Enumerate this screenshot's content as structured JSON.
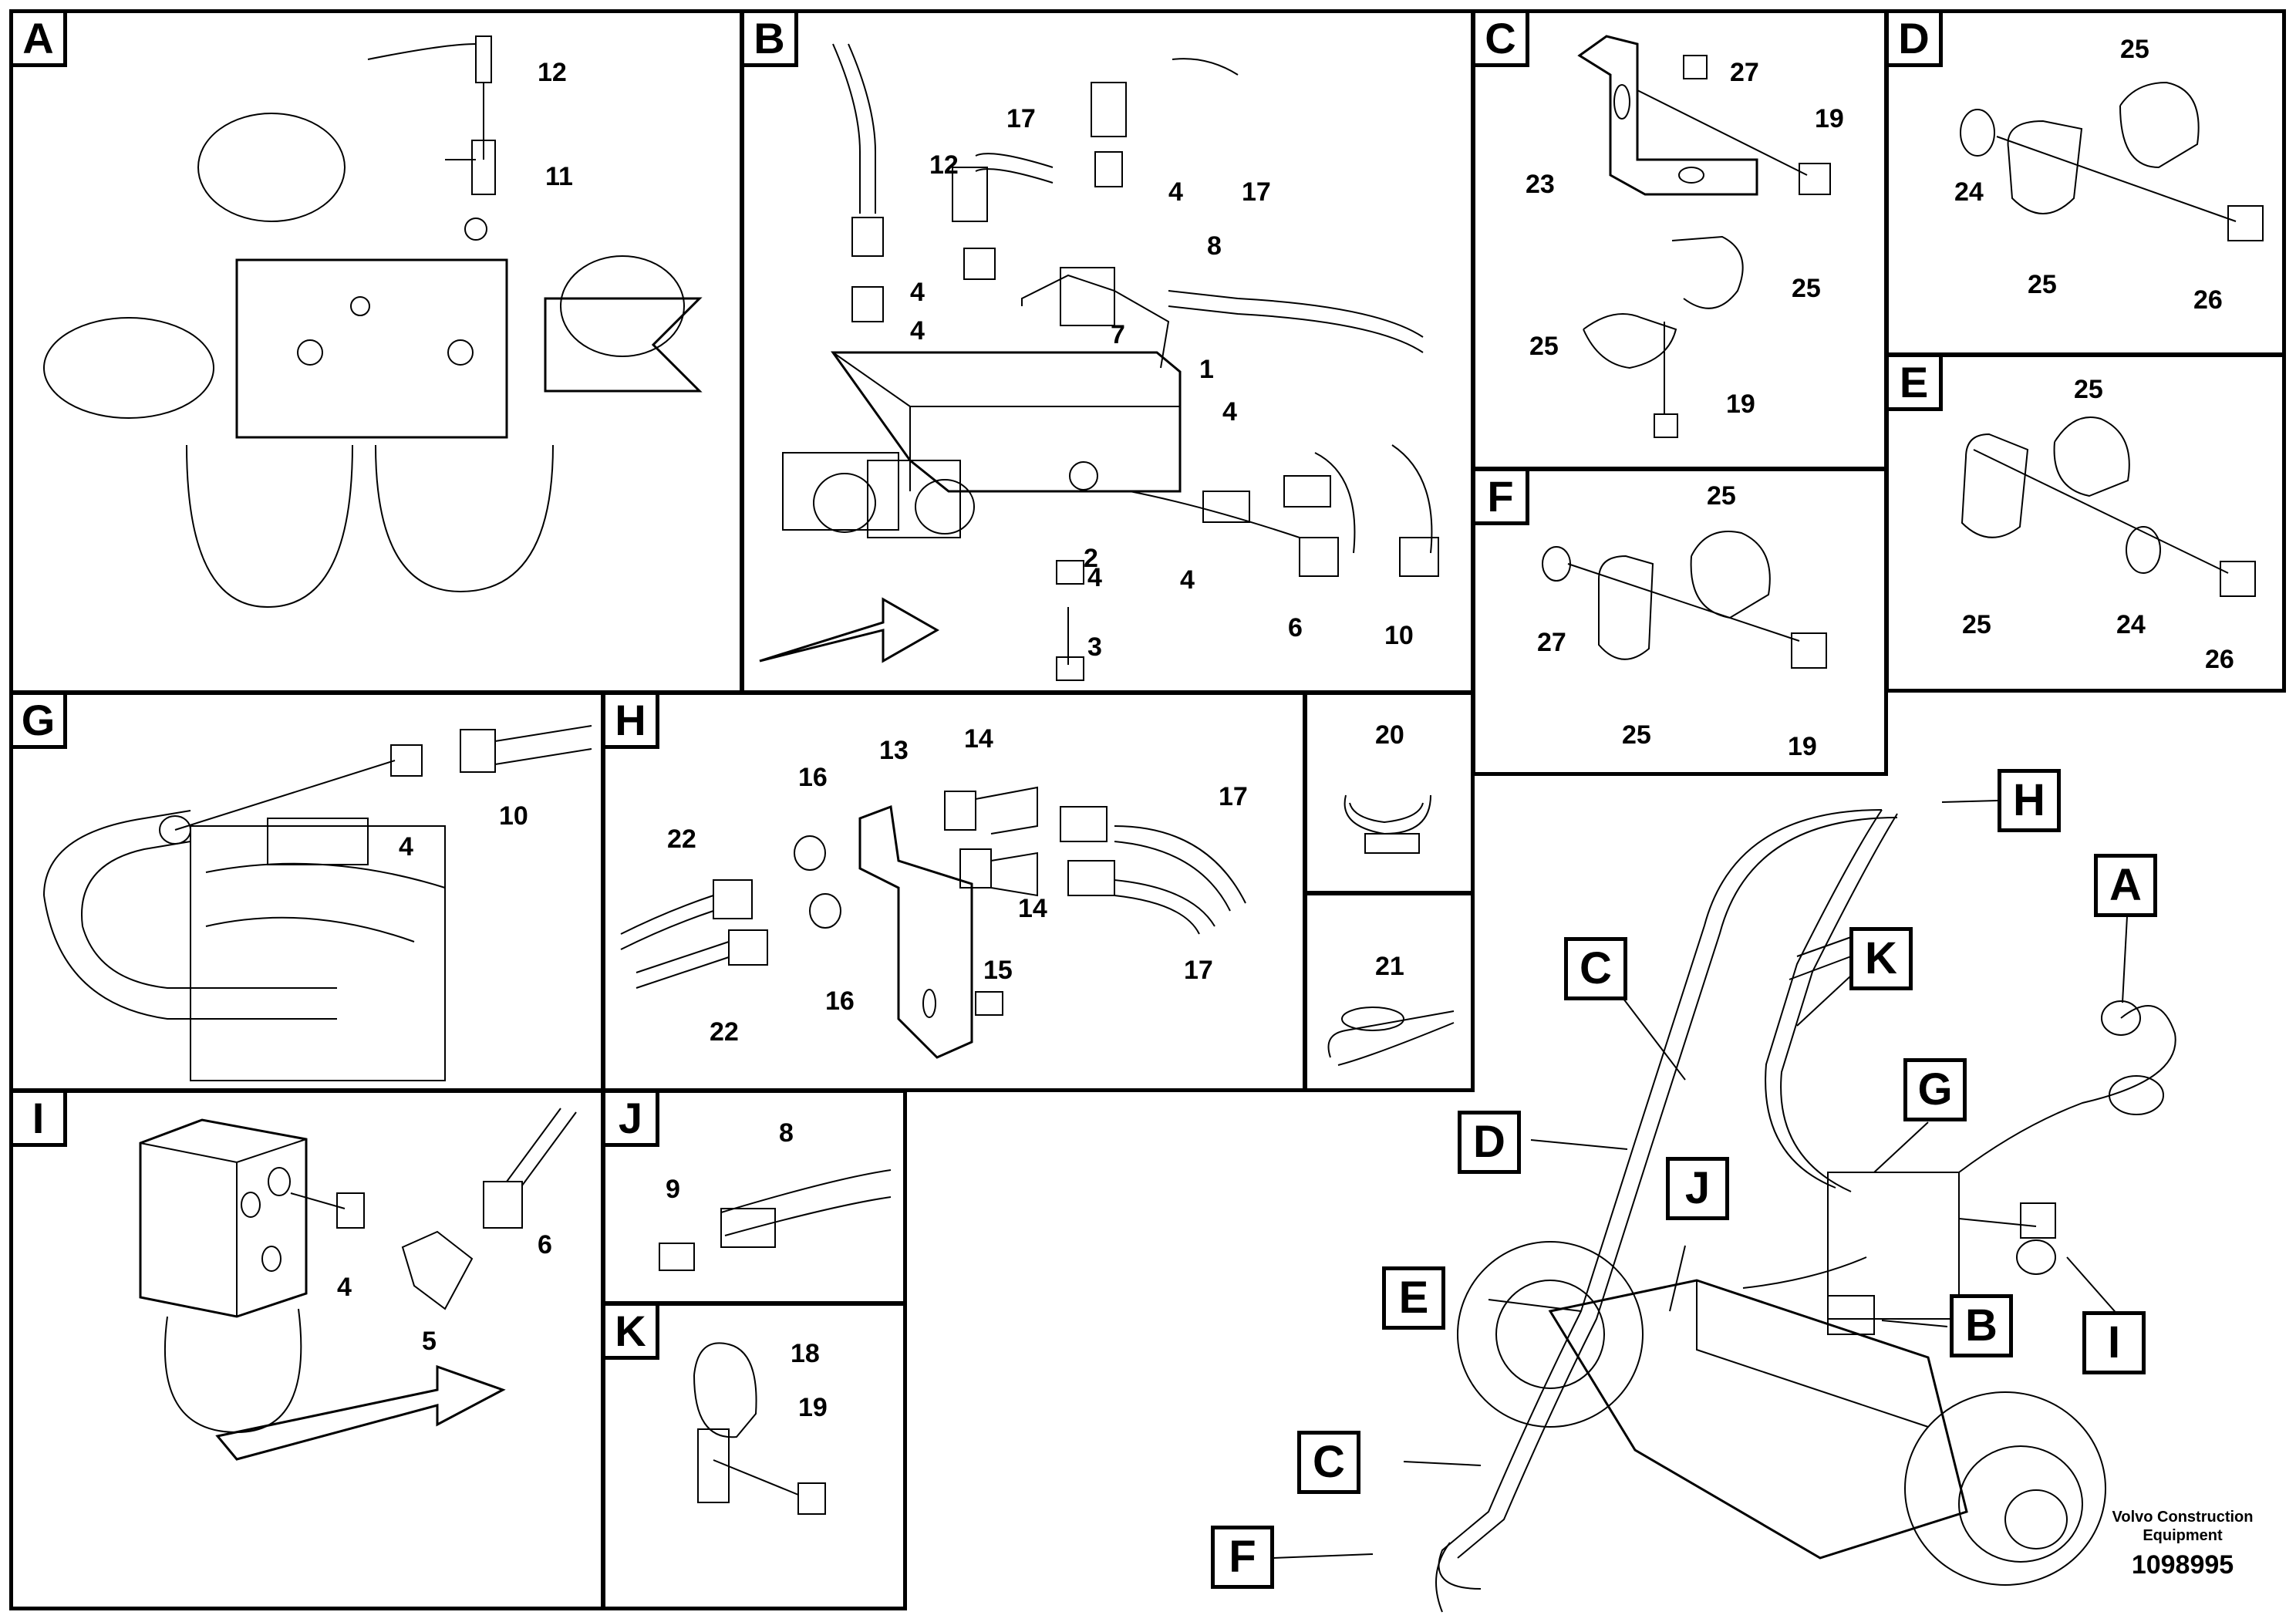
{
  "panels": {
    "A": {
      "letter": "A",
      "labels": [
        "12",
        "11"
      ]
    },
    "B": {
      "letter": "B",
      "labels": [
        "12",
        "17",
        "4",
        "17",
        "4",
        "8",
        "4",
        "4",
        "7",
        "1",
        "4",
        "2",
        "4",
        "6",
        "10",
        "3"
      ]
    },
    "C": {
      "letter": "C",
      "labels": [
        "27",
        "19",
        "23",
        "25",
        "25",
        "19"
      ]
    },
    "D": {
      "letter": "D",
      "labels": [
        "25",
        "24",
        "25",
        "26"
      ]
    },
    "E": {
      "letter": "E",
      "labels": [
        "25",
        "25",
        "24",
        "26"
      ]
    },
    "F": {
      "letter": "F",
      "labels": [
        "25",
        "27",
        "25",
        "19"
      ]
    },
    "G": {
      "letter": "G",
      "labels": [
        "4",
        "10"
      ]
    },
    "H": {
      "letter": "H",
      "labels": [
        "13",
        "14",
        "16",
        "22",
        "14",
        "17",
        "15",
        "16",
        "22",
        "17"
      ]
    },
    "P20": {
      "labels": [
        "20"
      ]
    },
    "P21": {
      "labels": [
        "21"
      ]
    },
    "I": {
      "letter": "I",
      "labels": [
        "4",
        "5",
        "6"
      ]
    },
    "J": {
      "letter": "J",
      "labels": [
        "8",
        "9"
      ]
    },
    "K": {
      "letter": "K",
      "labels": [
        "18",
        "19"
      ]
    }
  },
  "overview": {
    "callouts": [
      "H",
      "A",
      "C",
      "K",
      "G",
      "D",
      "J",
      "E",
      "B",
      "I",
      "C",
      "F"
    ]
  },
  "brand": {
    "name_line1": "Volvo Construction",
    "name_line2": "Equipment",
    "drawing_id": "1098995"
  }
}
